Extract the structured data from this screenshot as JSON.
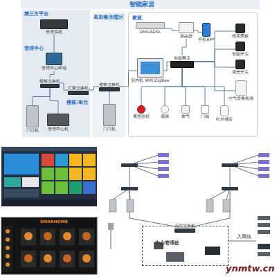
{
  "diagram": {
    "title": "智能家居",
    "nodes": [
      {
        "text": [
          "第三方平台"
        ]
      },
      {
        "text": [
          "管理系统"
        ],
        "in": 0
      },
      {
        "text": [
          "管理中心"
        ]
      },
      {
        "text": [
          "管理中心终端"
        ],
        "in": 2
      },
      {
        "text": [
          "楼栋交换机"
        ]
      },
      {
        "text": [
          "汇聚交换机"
        ]
      },
      {
        "text": [
          "楼栋/单元"
        ]
      },
      {
        "text": [
          "门口机"
        ],
        "in": 6
      },
      {
        "text": [
          "管理中心机"
        ],
        "in": 6
      },
      {
        "text": [
          "高层楼/别墅区"
        ]
      },
      {
        "text": [
          "楼栋交换机"
        ],
        "in": 9
      },
      {
        "text": [
          "门口机"
        ],
        "in": 9
      },
      {
        "text": [
          "家庭"
        ]
      },
      {
        "text": [
          "DNS/ADSL"
        ],
        "in": 12
      },
      {
        "text": [
          "路由器"
        ],
        "in": 12
      },
      {
        "text": [
          "手机APP"
        ],
        "in": 12
      },
      {
        "text": [
          "室内机 WiFi/ZigBee"
        ],
        "in": 12
      },
      {
        "text": [
          "智能网关"
        ],
        "in": 12
      },
      {
        "text": [
          "情景面板"
        ],
        "in": 12
      },
      {
        "text": [
          "智能开关"
        ],
        "in": 12
      },
      {
        "text": [
          "调光开关"
        ],
        "in": 12
      },
      {
        "text": [
          "空气质量检测"
        ],
        "in": 12
      },
      {
        "text": [
          "紧急按钮"
        ],
        "in": 12
      },
      {
        "text": [
          "烟感"
        ],
        "in": 12
      },
      {
        "text": [
          "燃气"
        ],
        "in": 12
      },
      {
        "text": [
          "门磁"
        ],
        "in": 12
      },
      {
        "text": [
          "红外感应"
        ],
        "in": 12
      },
      {
        "text": [
          "中心管理处"
        ]
      },
      {
        "text": [
          "三层交换机"
        ],
        "in": 27
      }
    ],
    "edges": [
      {
        "from": 1,
        "to": 3,
        "arrow": "none"
      },
      {
        "from": 3,
        "to": 4,
        "arrow": "none"
      },
      {
        "from": 4,
        "to": 5,
        "arrow": "none"
      },
      {
        "from": 4,
        "to": 7,
        "arrow": "none"
      },
      {
        "from": 4,
        "to": 8,
        "arrow": "none"
      },
      {
        "from": 5,
        "to": 10,
        "arrow": "none"
      },
      {
        "from": 10,
        "to": 11,
        "arrow": "none"
      },
      {
        "from": 10,
        "to": 16,
        "arrow": "none"
      },
      {
        "from": 13,
        "to": 14,
        "arrow": "none"
      },
      {
        "from": 14,
        "to": 15,
        "arrow": "none"
      },
      {
        "from": 14,
        "to": 17,
        "arrow": "none"
      },
      {
        "from": 16,
        "to": 17,
        "arrow": "none"
      },
      {
        "from": 17,
        "to": 18,
        "arrow": "none"
      },
      {
        "from": 17,
        "to": 19,
        "arrow": "none"
      },
      {
        "from": 17,
        "to": 20,
        "arrow": "none"
      },
      {
        "from": 17,
        "to": 21,
        "arrow": "none"
      },
      {
        "from": 17,
        "to": 22,
        "arrow": "none"
      },
      {
        "from": 17,
        "to": 23,
        "arrow": "none"
      },
      {
        "from": 17,
        "to": 24,
        "arrow": "none"
      },
      {
        "from": 17,
        "to": 25,
        "arrow": "none"
      },
      {
        "from": 17,
        "to": 26,
        "arrow": "none"
      }
    ],
    "labels": [
      "SMARHOME",
      "入网线",
      "ynmtw.cn"
    ]
  }
}
